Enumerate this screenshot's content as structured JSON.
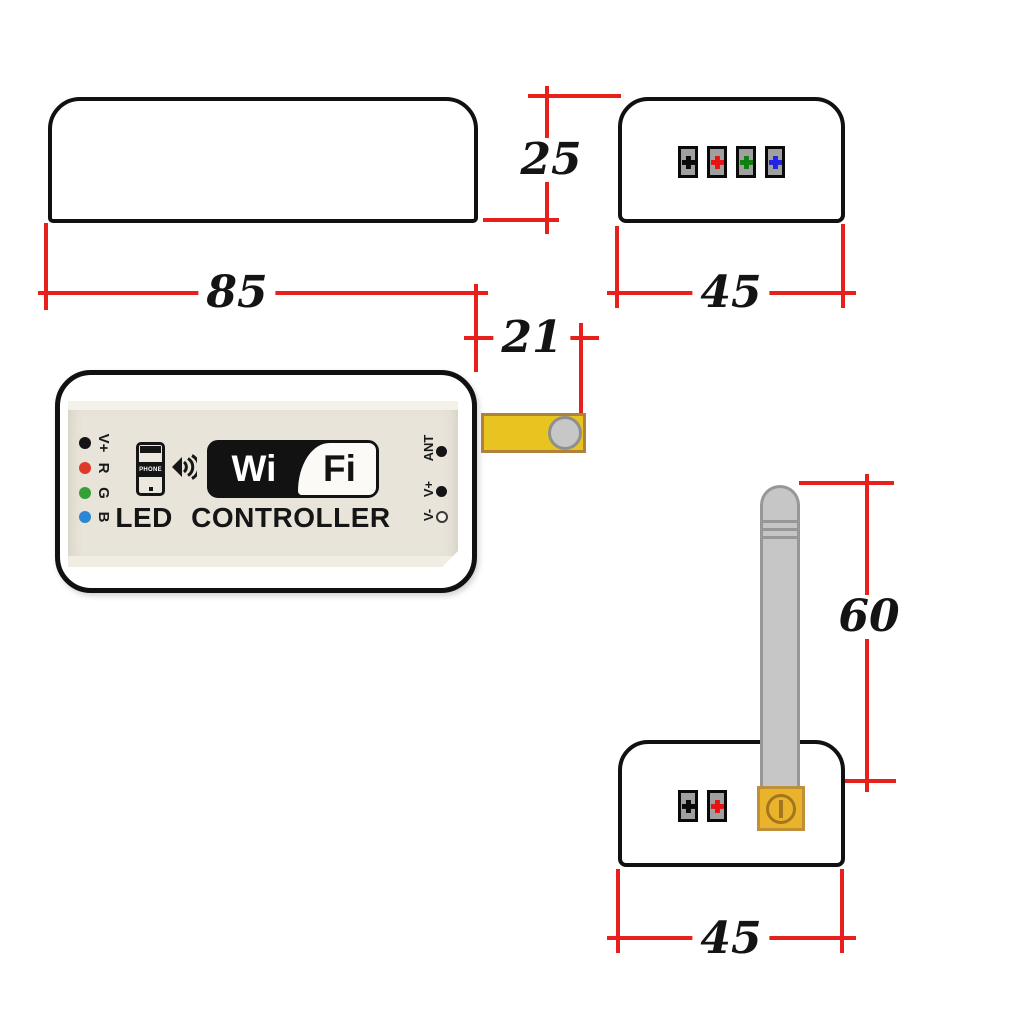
{
  "dims": {
    "body_length": "85",
    "body_height": "25",
    "body_width_top": "45",
    "connector_length": "21",
    "antenna_length": "60",
    "body_width_bottom": "45"
  },
  "front_view": {
    "logo_wi": "Wi",
    "logo_fi": "Fi",
    "product_name": "LED CONTROLLER",
    "phone_label": "PHONE",
    "left_pins": [
      {
        "label": "V+",
        "color": "#141414"
      },
      {
        "label": "R",
        "color": "#df3828"
      },
      {
        "label": "G",
        "color": "#35a135"
      },
      {
        "label": "B",
        "color": "#2c86d3"
      }
    ],
    "right_pins": [
      {
        "label": "ANT",
        "marker": "dot"
      },
      {
        "label": "V+",
        "marker": "dot"
      },
      {
        "label": "V-",
        "marker": "ring"
      }
    ]
  },
  "back_view": {
    "terminal_colors": [
      "#0a0a0a",
      "#e81313",
      "#117f11",
      "#2222e2"
    ]
  },
  "antenna_view": {
    "terminal_colors": [
      "#0a0a0a",
      "#e81313"
    ]
  },
  "colors": {
    "dimension_line": "#e8201c",
    "connector_yellow": "#e7c41f",
    "antenna_gray": "#c6c6c6",
    "antenna_gold": "#e9b42c"
  }
}
